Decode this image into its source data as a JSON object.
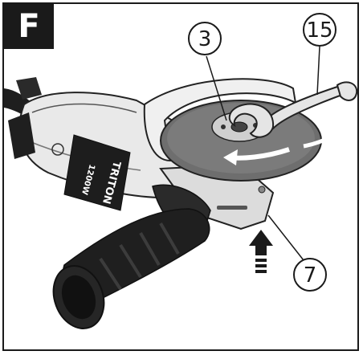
{
  "figure": {
    "label": "F",
    "callouts": {
      "nut": "3",
      "spanner": "15",
      "spindle_lock": "7"
    },
    "tool_markings": {
      "brand": "TRITON",
      "model": "1200W"
    }
  }
}
